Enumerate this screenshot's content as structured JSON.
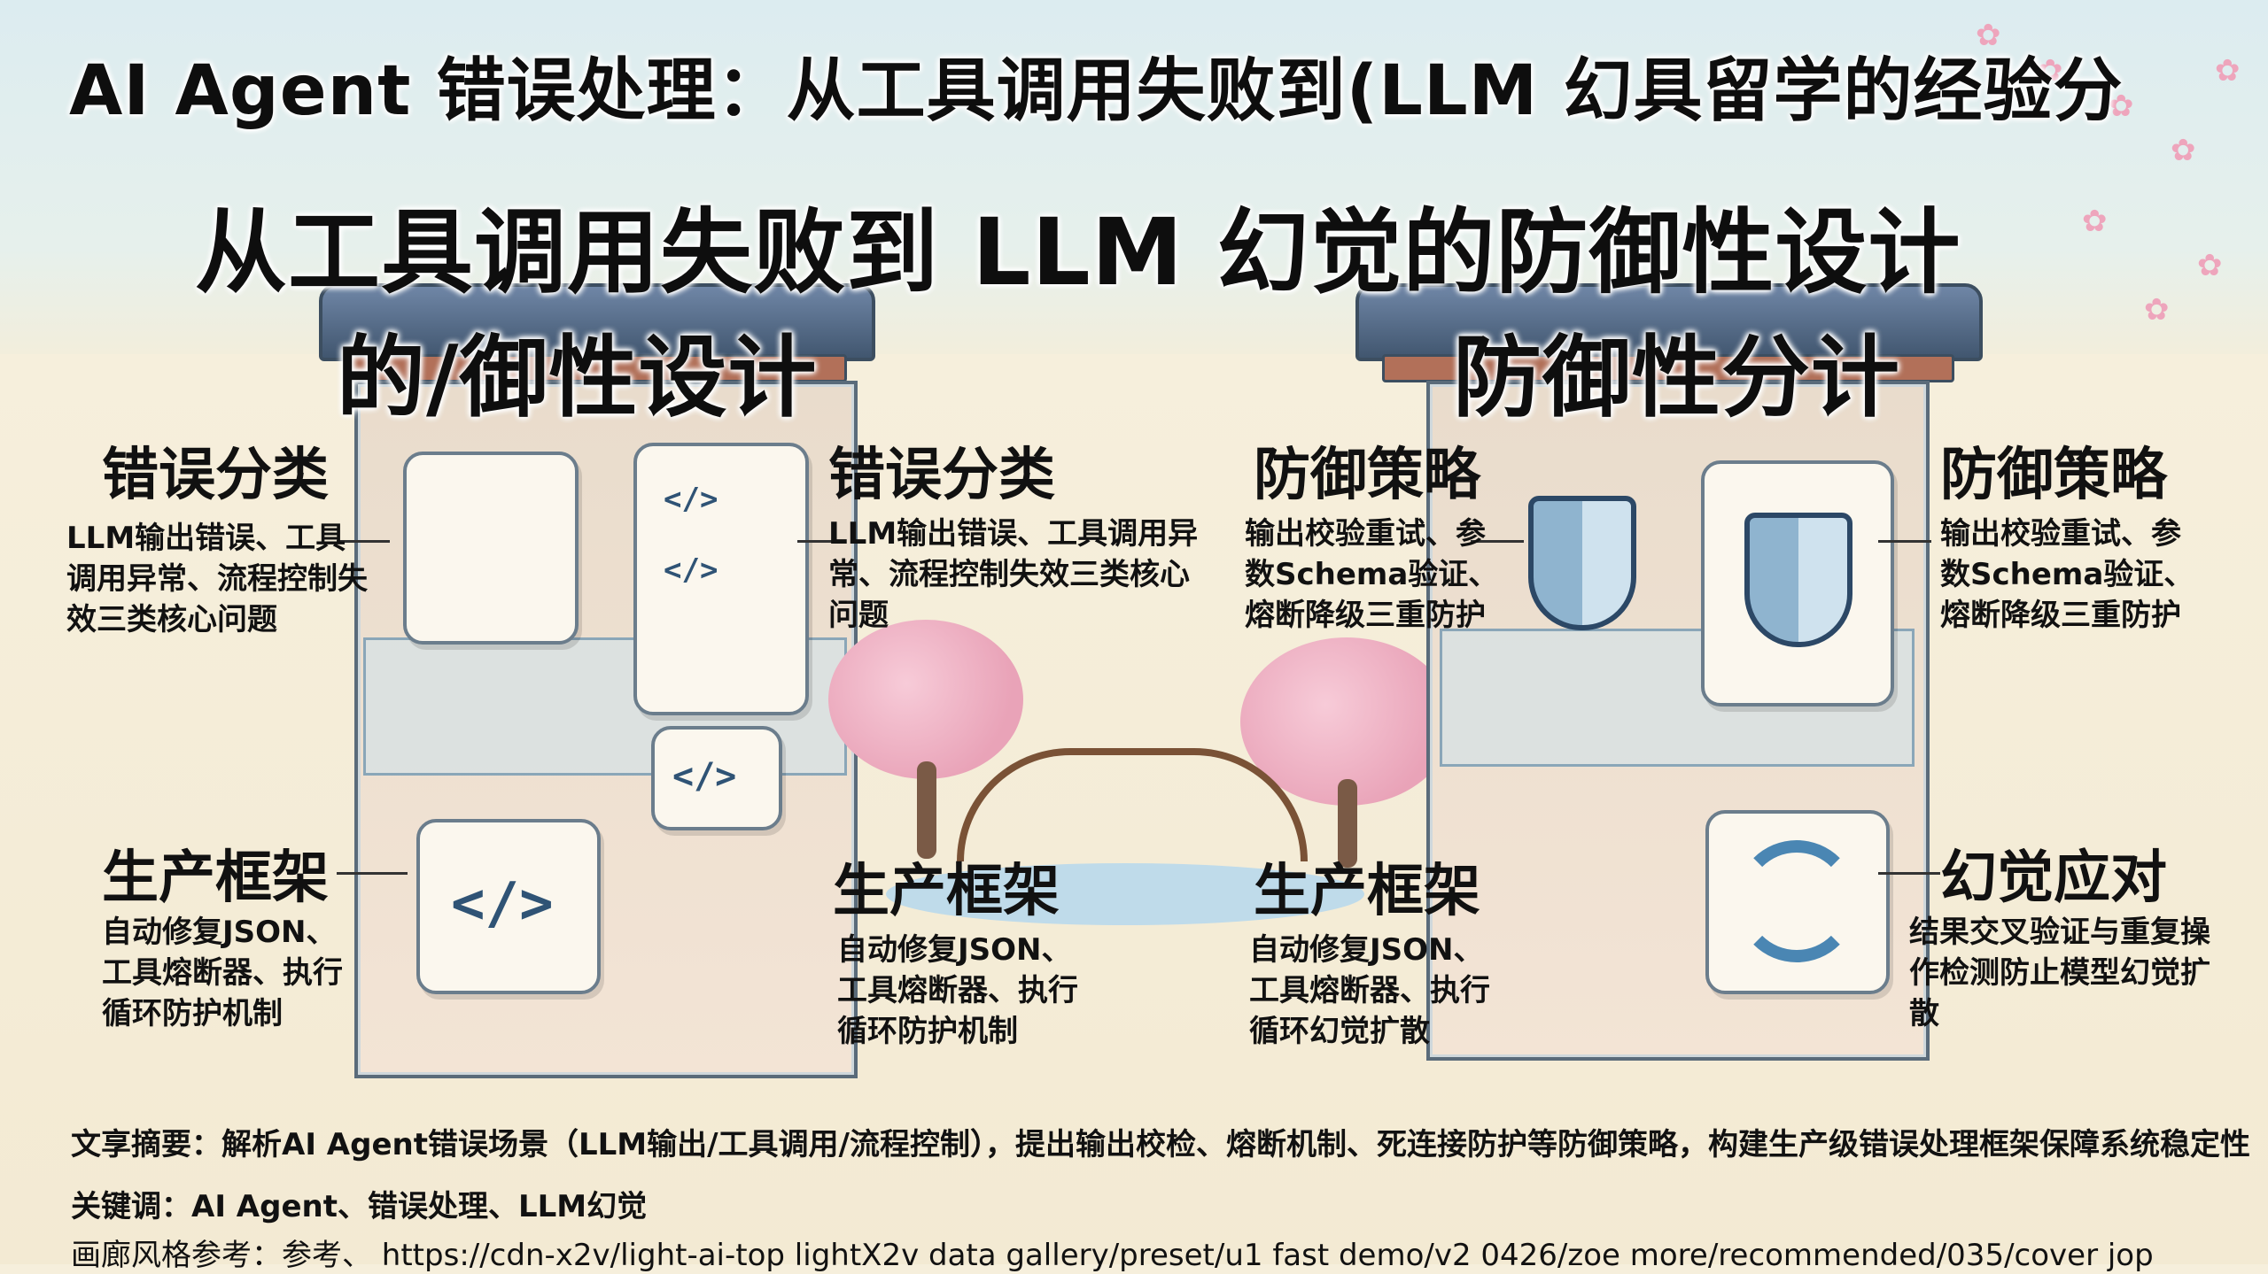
{
  "titles": {
    "line1": "AI Agent 错误处理：从工具调用失败到(LLM 幻具留学的经验分",
    "line2": "从工具调用失败到 LLM 幻觉的防御性设计",
    "line3_left": "的/御性设计",
    "line3_right": "防御性分计"
  },
  "sections": {
    "left_error": {
      "heading": "错误分类",
      "desc": "LLM输出错误、工具调用异常、流程控制失效三类核心问题"
    },
    "mid_error": {
      "heading": "错误分类",
      "desc": "LLM输出错误、工具调用异常、流程控制失效三类核心问题"
    },
    "mid_def": {
      "heading": "防御策略",
      "desc": "输出校验重试、参数Schema验证、熔断降级三重防护"
    },
    "right_def": {
      "heading": "防御策略",
      "desc": "输出校验重试、参数Schema验证、熔断降级三重防护"
    },
    "left_prod": {
      "heading": "生产框架",
      "desc": "自动修复JSON、工具熔断器、执行循环防护机制"
    },
    "mid_prod_a": {
      "heading": "生产框架",
      "desc": "自动修复JSON、工具熔断器、执行循环防护机制"
    },
    "mid_prod_b": {
      "heading": "生产框架",
      "desc": "自动修复JSON、工具熔断器、执行循环幻觉扩散"
    },
    "right_halluc": {
      "heading": "幻觉应对",
      "desc": "结果交叉验证与重复操作检测防止模型幻觉扩散"
    }
  },
  "icons": {
    "code_1": "</>",
    "code_2": "</>",
    "code_3": "</>",
    "code_4": "</>"
  },
  "footer": {
    "summary": "文享摘要：解析AI Agent错误场景（LLM输出/工具调用/流程控制），提出输出校检、熔断机制、死连接防护等防御策略，构建生产级错误处理框架保障系统稳定性",
    "keywords": "关键调：AI Agent、错误处理、LLM幻觉",
    "style_ref": "画廊风格参考：参考、 https://cdn-x2v/light-ai-top lightX2v data gallery/preset/u1 fast demo/v2 0426/zoe more/recommended/035/cover jop"
  },
  "colors": {
    "sky": "#dcecf0",
    "ground": "#f6efdc",
    "roof": "#41566f",
    "blossom": "#e9a3b8",
    "accent_blue": "#4a86b3"
  }
}
